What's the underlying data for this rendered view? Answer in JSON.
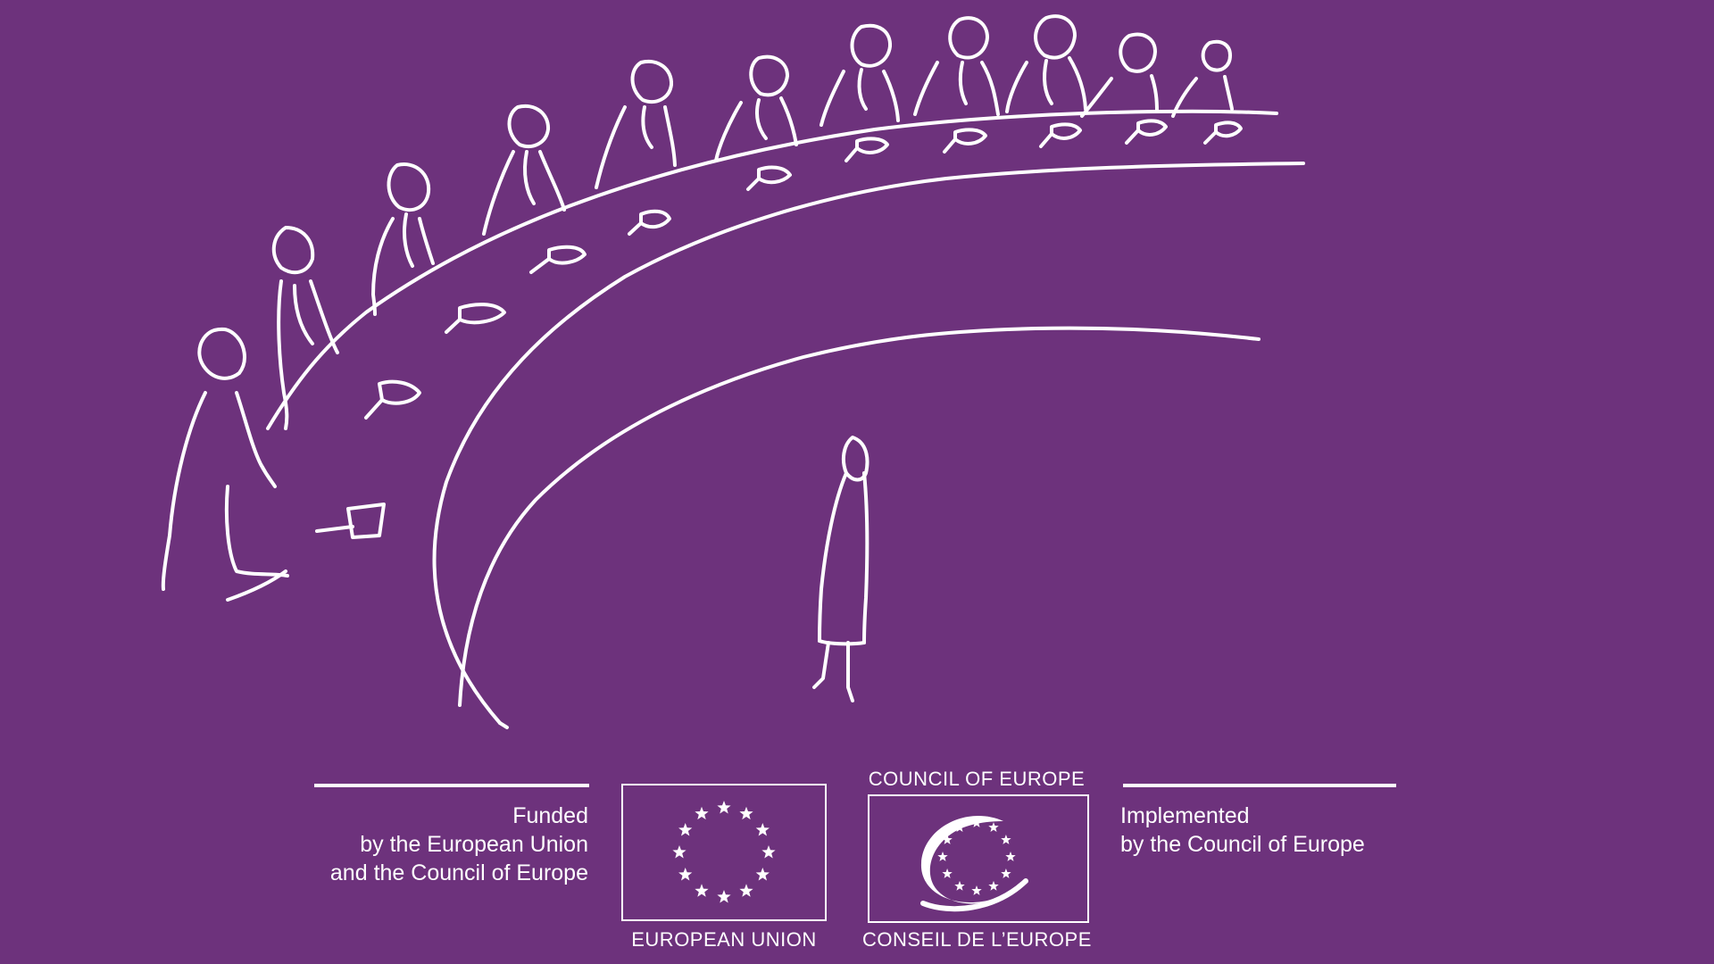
{
  "colors": {
    "background": "#6d327c",
    "ink": "#ffffff"
  },
  "illustration": {
    "icon": "drawing of a judge panel at a curved bench facing a lone standing person"
  },
  "footer": {
    "funded_lines": [
      "Funded",
      "by the European Union",
      "and the Council of Europe"
    ],
    "implemented_lines": [
      "Implemented",
      "by the Council of Europe"
    ],
    "eu_logo": {
      "icon": "eu-flag-stars-icon",
      "label": "EUROPEAN UNION"
    },
    "coe_logo": {
      "icon": "council-of-europe-emblem-icon",
      "top_label": "COUNCIL OF EUROPE",
      "bottom_label": "CONSEIL DE L’EUROPE"
    }
  }
}
